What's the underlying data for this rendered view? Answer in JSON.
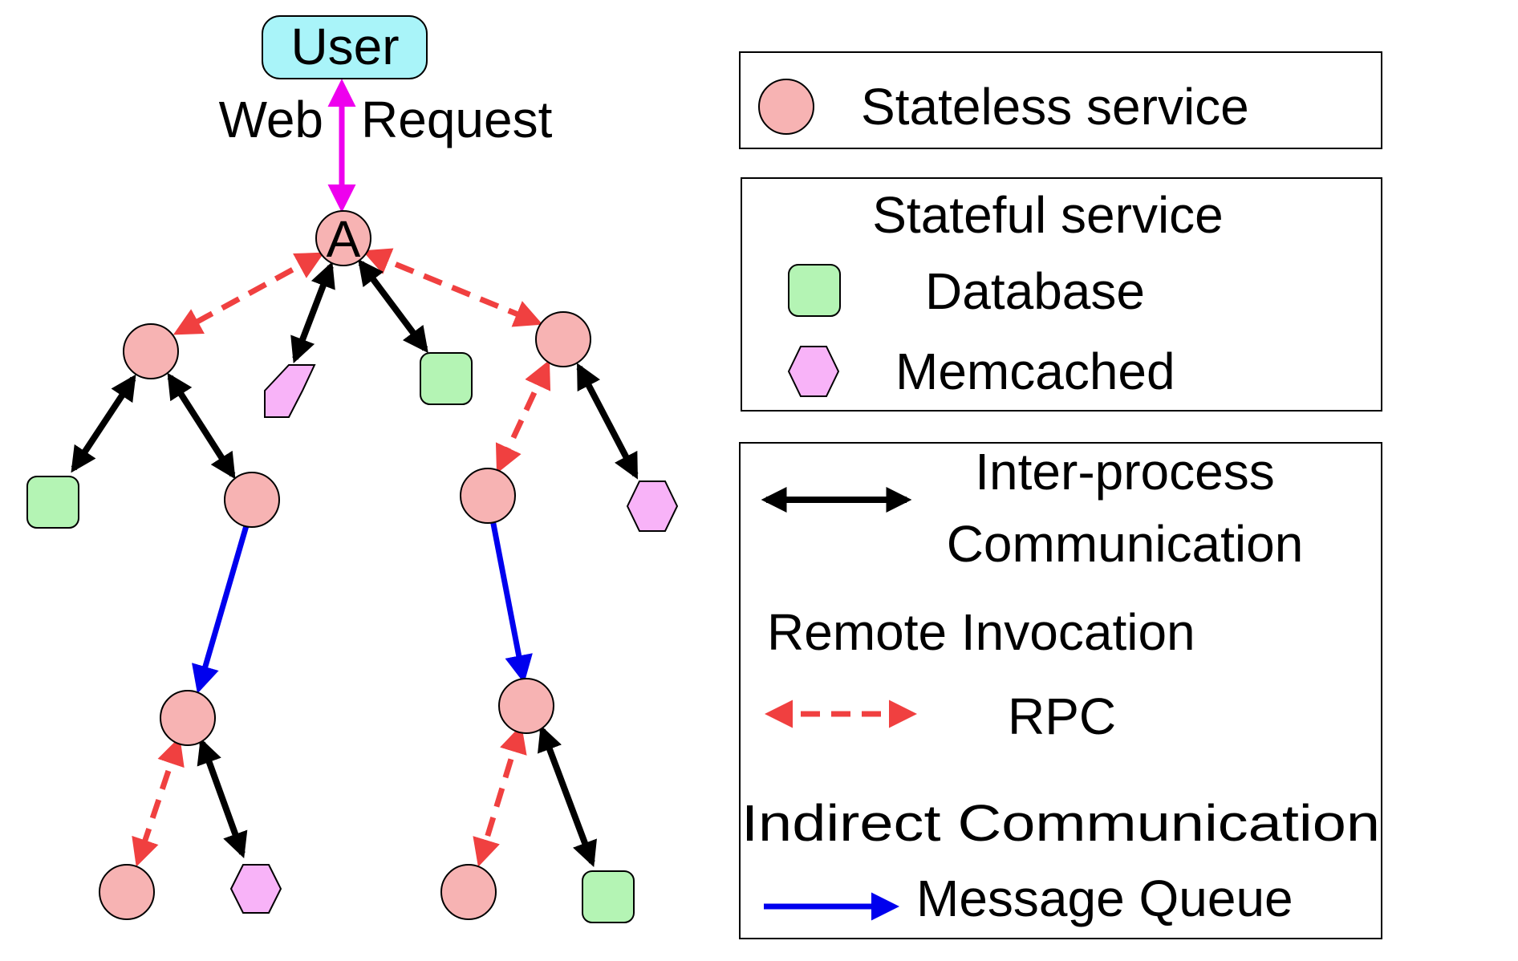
{
  "top": {
    "user_label": "User",
    "request_label_left": "Web",
    "request_label_right": "Request",
    "root_node_label": "A"
  },
  "legend": {
    "stateless": "Stateless service",
    "stateful_title": "Stateful service",
    "database": "Database",
    "memcached": "Memcached",
    "ipc_line1": "Inter-process",
    "ipc_line2": "Communication",
    "remote_title": "Remote Invocation",
    "rpc": "RPC",
    "indirect_title": "Indirect Communication",
    "mq": "Message Queue"
  },
  "colors": {
    "stateless_fill": "#f7b3b3",
    "database_fill": "#b4f4b4",
    "memcached_fill": "#f8b3f8",
    "user_fill": "#a9f4f9",
    "web_request": "#ee00ee",
    "ipc": "#000000",
    "rpc": "#f04040",
    "message_queue": "#0000ee"
  },
  "node_kinds": [
    "stateless",
    "database",
    "memcached"
  ],
  "edge_kinds": [
    "web-request",
    "ipc",
    "rpc",
    "message-queue"
  ]
}
